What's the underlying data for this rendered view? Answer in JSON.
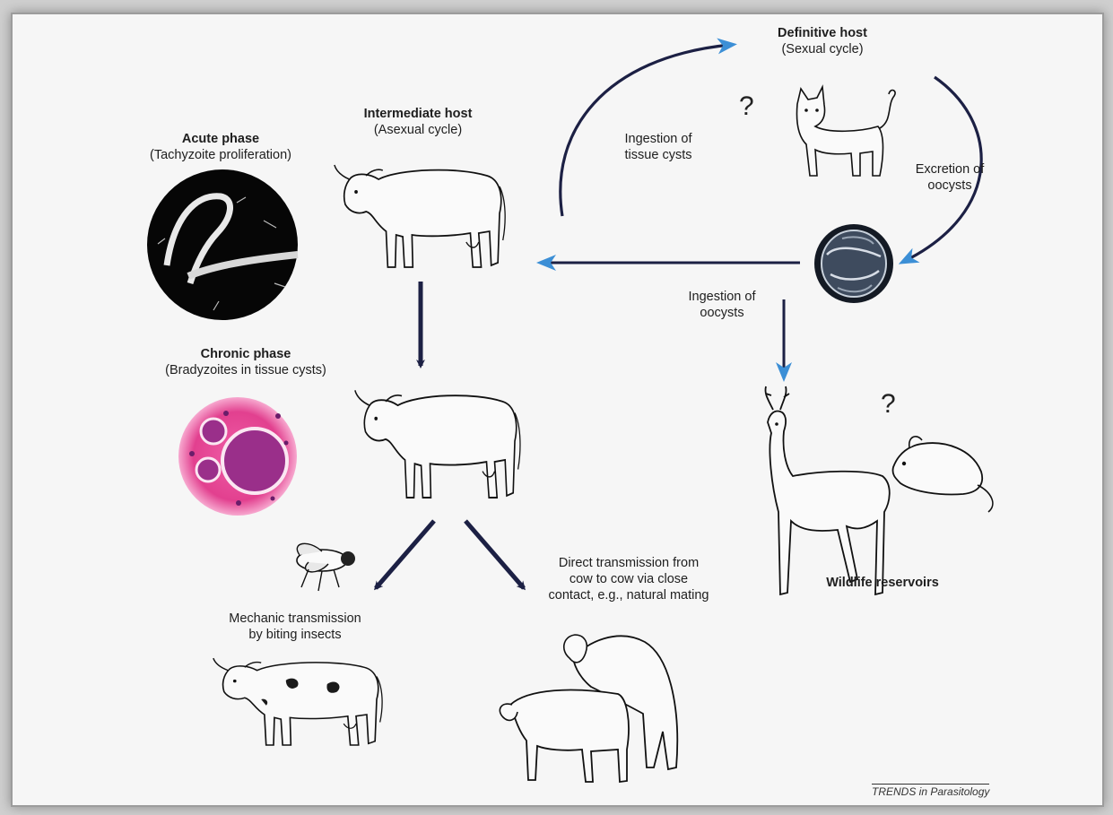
{
  "colors": {
    "dark_arrow": "#1c2044",
    "blue_arrow": "#3c8fd6",
    "background": "#f6f6f6"
  },
  "labels": {
    "acute_title": "Acute phase",
    "acute_sub": "(Tachyzoite proliferation)",
    "intermediate_title": "Intermediate host",
    "intermediate_sub": "(Asexual cycle)",
    "definitive_title": "Definitive host",
    "definitive_sub": "(Sexual cycle)",
    "ingestion_cysts_1": "Ingestion of",
    "ingestion_cysts_2": "tissue cysts",
    "excretion_1": "Excretion of",
    "excretion_2": "oocysts",
    "ingestion_oocysts_1": "Ingestion of",
    "ingestion_oocysts_2": "oocysts",
    "chronic_title": "Chronic phase",
    "chronic_sub": "(Bradyzoites in tissue cysts)",
    "wildlife": "Wildlife reservoirs",
    "mechanic_1": "Mechanic transmission",
    "mechanic_2": "by biting insects",
    "direct_1": "Direct transmission from",
    "direct_2": "cow to cow via close",
    "direct_3": "contact, e.g., natural mating",
    "question_mark": "?",
    "credit": "TRENDS in Parasitology"
  },
  "icons": [
    "tachyzoite-micrograph",
    "tissue-cyst-micrograph",
    "oocyst-micrograph",
    "cow-icon",
    "cat-icon",
    "deer-icon",
    "mouse-icon",
    "fly-icon",
    "mating-cows-icon"
  ]
}
